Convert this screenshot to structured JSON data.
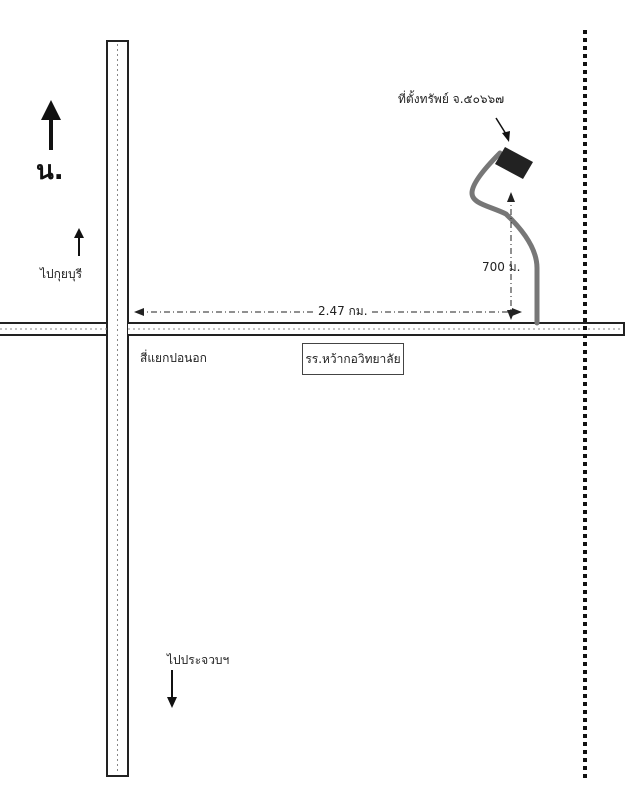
{
  "map": {
    "north_label": "น.",
    "to_kuiburi_label": "ไปกุยบุรี",
    "intersection_label": "สี่แยกปอนอก",
    "school_label": "รร.หว้ากอวิทยาลัย",
    "site_label": "ที่ตั้งทรัพย์ จ.๕๐๖๖๗",
    "distance_site_label": "700 ม.",
    "distance_road_label": "2.47 กม.",
    "to_prachuap_label": "ไปประจวบฯ"
  }
}
